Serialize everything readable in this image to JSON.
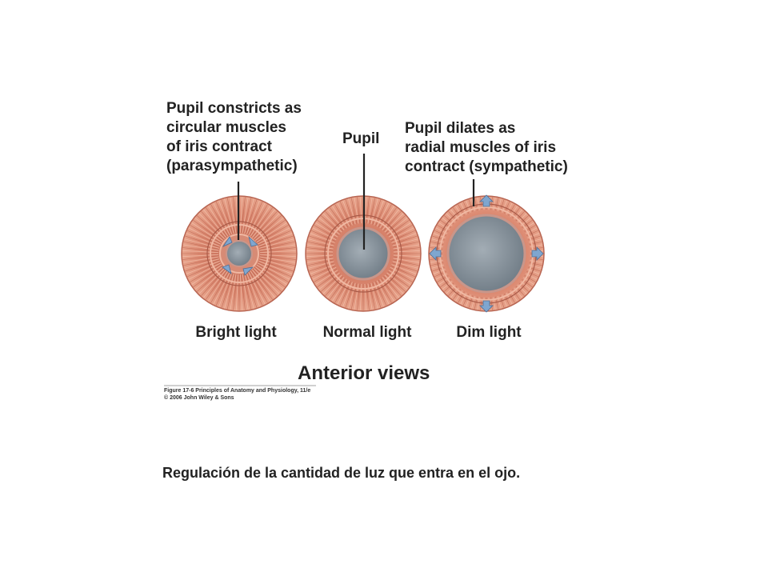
{
  "annotations": {
    "constrict": {
      "lines": [
        "Pupil constricts as",
        "circular muscles",
        "of iris contract",
        "(parasympathetic)"
      ]
    },
    "pupil": {
      "label": "Pupil"
    },
    "dilate": {
      "lines": [
        "Pupil dilates as",
        "radial muscles of iris",
        "contract (sympathetic)"
      ]
    }
  },
  "conditions": [
    {
      "label": "Bright light",
      "pupil_size": "constricted"
    },
    {
      "label": "Normal light",
      "pupil_size": "normal"
    },
    {
      "label": "Dim light",
      "pupil_size": "dilated"
    }
  ],
  "view_title": "Anterior views",
  "credit": {
    "figure": "Figure 17-6  Principles of Anatomy and Physiology, 11/e",
    "copyright": "© 2006 John Wiley & Sons"
  },
  "caption": "Regulación de la cantidad de luz que entra en el ojo.",
  "colors": {
    "iris": "#d9826c",
    "iris_dark": "#b86552",
    "iris_light": "#f0b8a2",
    "pupil": "#8d99a3",
    "arrow": "#7fa6cf",
    "text": "#222222"
  }
}
